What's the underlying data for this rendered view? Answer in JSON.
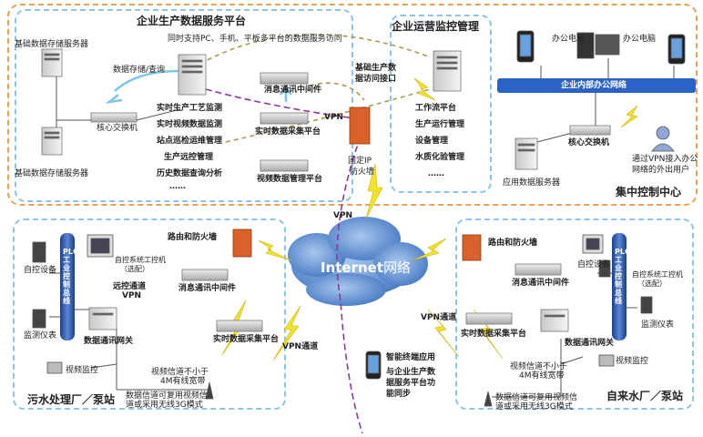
{
  "center": {
    "region_label": "集中控制中心",
    "platform_title": "企业生产数据服务平台",
    "platform_subtitle": "同时支持PC、手机、平板多平台的数据服务访问",
    "storage_server_top": "基础数据存储服务器",
    "storage_server_bottom": "基础数据存储服务器",
    "storage_query": "数据存储/查询",
    "core_switch": "核心交换机",
    "functions": [
      "实时生产工艺监测",
      "实时视频数据监测",
      "站点巡检运维管理",
      "生产远控管理",
      "历史数据查询分析",
      "……"
    ],
    "msg_middleware": "消息通讯中间件",
    "realtime_platform": "实时数据采集平台",
    "video_platform": "视频数据管理平台",
    "vpn": "VPN",
    "firewall": [
      "固定IP",
      "防火墙"
    ],
    "access_interface": [
      "基础生产数",
      "据访问接口"
    ]
  },
  "ops": {
    "title": "企业运营监控管理",
    "items": [
      "工作流平台",
      "生产运行管理",
      "设备管理",
      "水质化验管理",
      "……"
    ],
    "office_pc_1": "办公电脑",
    "office_pc_2": "办公电脑",
    "office_network": "企业内部办公网络",
    "core_switch": "核心交换机",
    "app_server": "应用数据服务器",
    "vpn_user": [
      "通过VPN接入办公",
      "网络的外出用户"
    ]
  },
  "internet": {
    "label_en": "Internet",
    "label_cn": "网络",
    "vpn": "VPN"
  },
  "smart": {
    "title": "智能终端应用",
    "desc": [
      "与企业生产数",
      "据服务平台功",
      "能同步"
    ]
  },
  "sewage": {
    "region_label": "污水处理厂／泵站",
    "router_firewall": "路由和防火墙",
    "auto_device": "自控设备",
    "monitor_device": "监测仪表",
    "plc_bus": "PLC工业控制总线",
    "ipc": [
      "自控系统工控机",
      "（选配）"
    ],
    "remote_vpn": [
      "远控通道",
      "VPN"
    ],
    "msg_middleware": "消息通讯中间件",
    "gateway": "数据通讯网关",
    "realtime_platform": "实时数据采集平台",
    "video_monitor": "视频监控",
    "vpn_channel": "VPN通道",
    "bandwidth": [
      "视频信道不小于",
      "4M有线宽带"
    ],
    "wireless": [
      "数据信道可复用视频信",
      "道或采用无线3G模式"
    ]
  },
  "water": {
    "region_label": "自来水厂／泵站",
    "router_firewall": "路由和防火墙",
    "auto_device": "自控设备",
    "monitor_device": "监测仪表",
    "plc_bus": "PLC工业控制总线",
    "ipc": [
      "自控系统工控机",
      "（选配）"
    ],
    "msg_middleware": "消息通讯中间件",
    "gateway": "数据通讯网关",
    "realtime_platform": "实时数据采集平台",
    "video_monitor": "视频监控",
    "vpn_channel": "VPN通道",
    "bandwidth": [
      "视频信道不小于",
      "4M有线宽带"
    ],
    "wireless": [
      "数据信道可复用视频信",
      "道或采用无线3G模式"
    ]
  },
  "colors": {
    "orange_border": "#e8a05a",
    "blue_border": "#8fc3ea",
    "office_bar": "#2b62c6",
    "cloud": "#5f8fcf",
    "lightning": "#f3e22a",
    "firewall": "#d9622b",
    "arrow_blue": "#7fc3ea",
    "arrow_olive": "#a89a55",
    "path_purple": "#8a3a9a"
  }
}
